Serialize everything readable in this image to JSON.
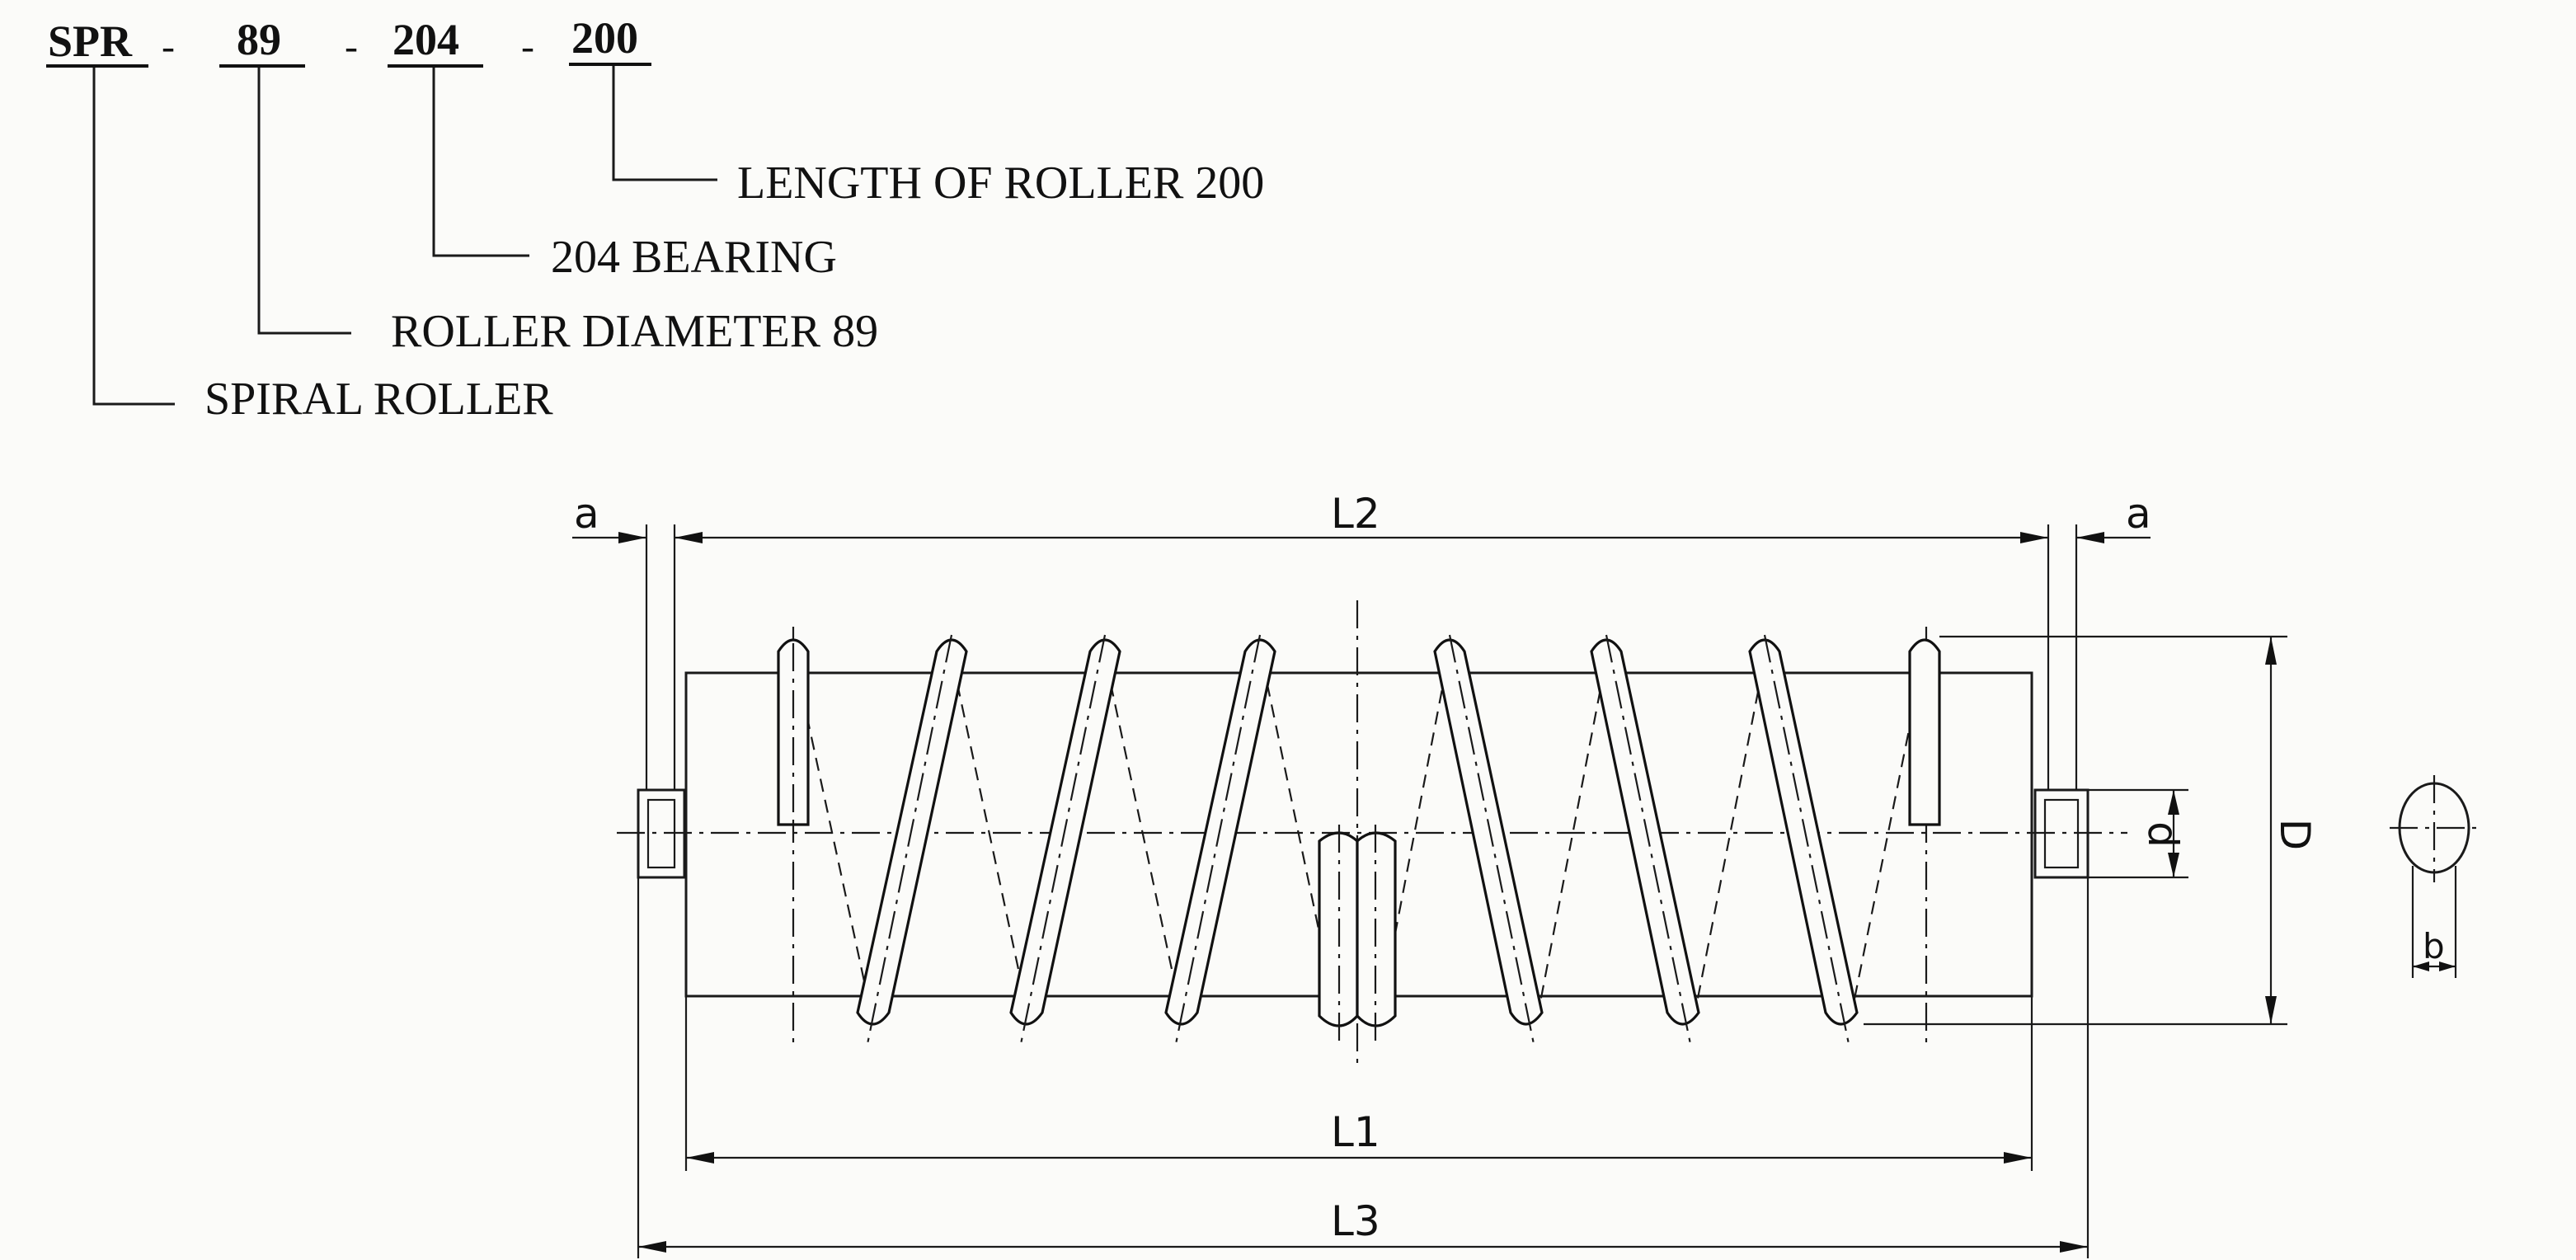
{
  "designation": {
    "parts": [
      "SPR",
      "89",
      "204",
      "200"
    ],
    "separator": "-"
  },
  "callouts": [
    "LENGTH OF ROLLER 200",
    "204 BEARING",
    "ROLLER DIAMETER 89",
    "SPIRAL ROLLER"
  ],
  "dimensions": {
    "l1": "L1",
    "l2": "L2",
    "l3": "L3",
    "a_left": "a",
    "a_right": "a",
    "d_small": "d",
    "d_large": "D",
    "b": "b"
  }
}
